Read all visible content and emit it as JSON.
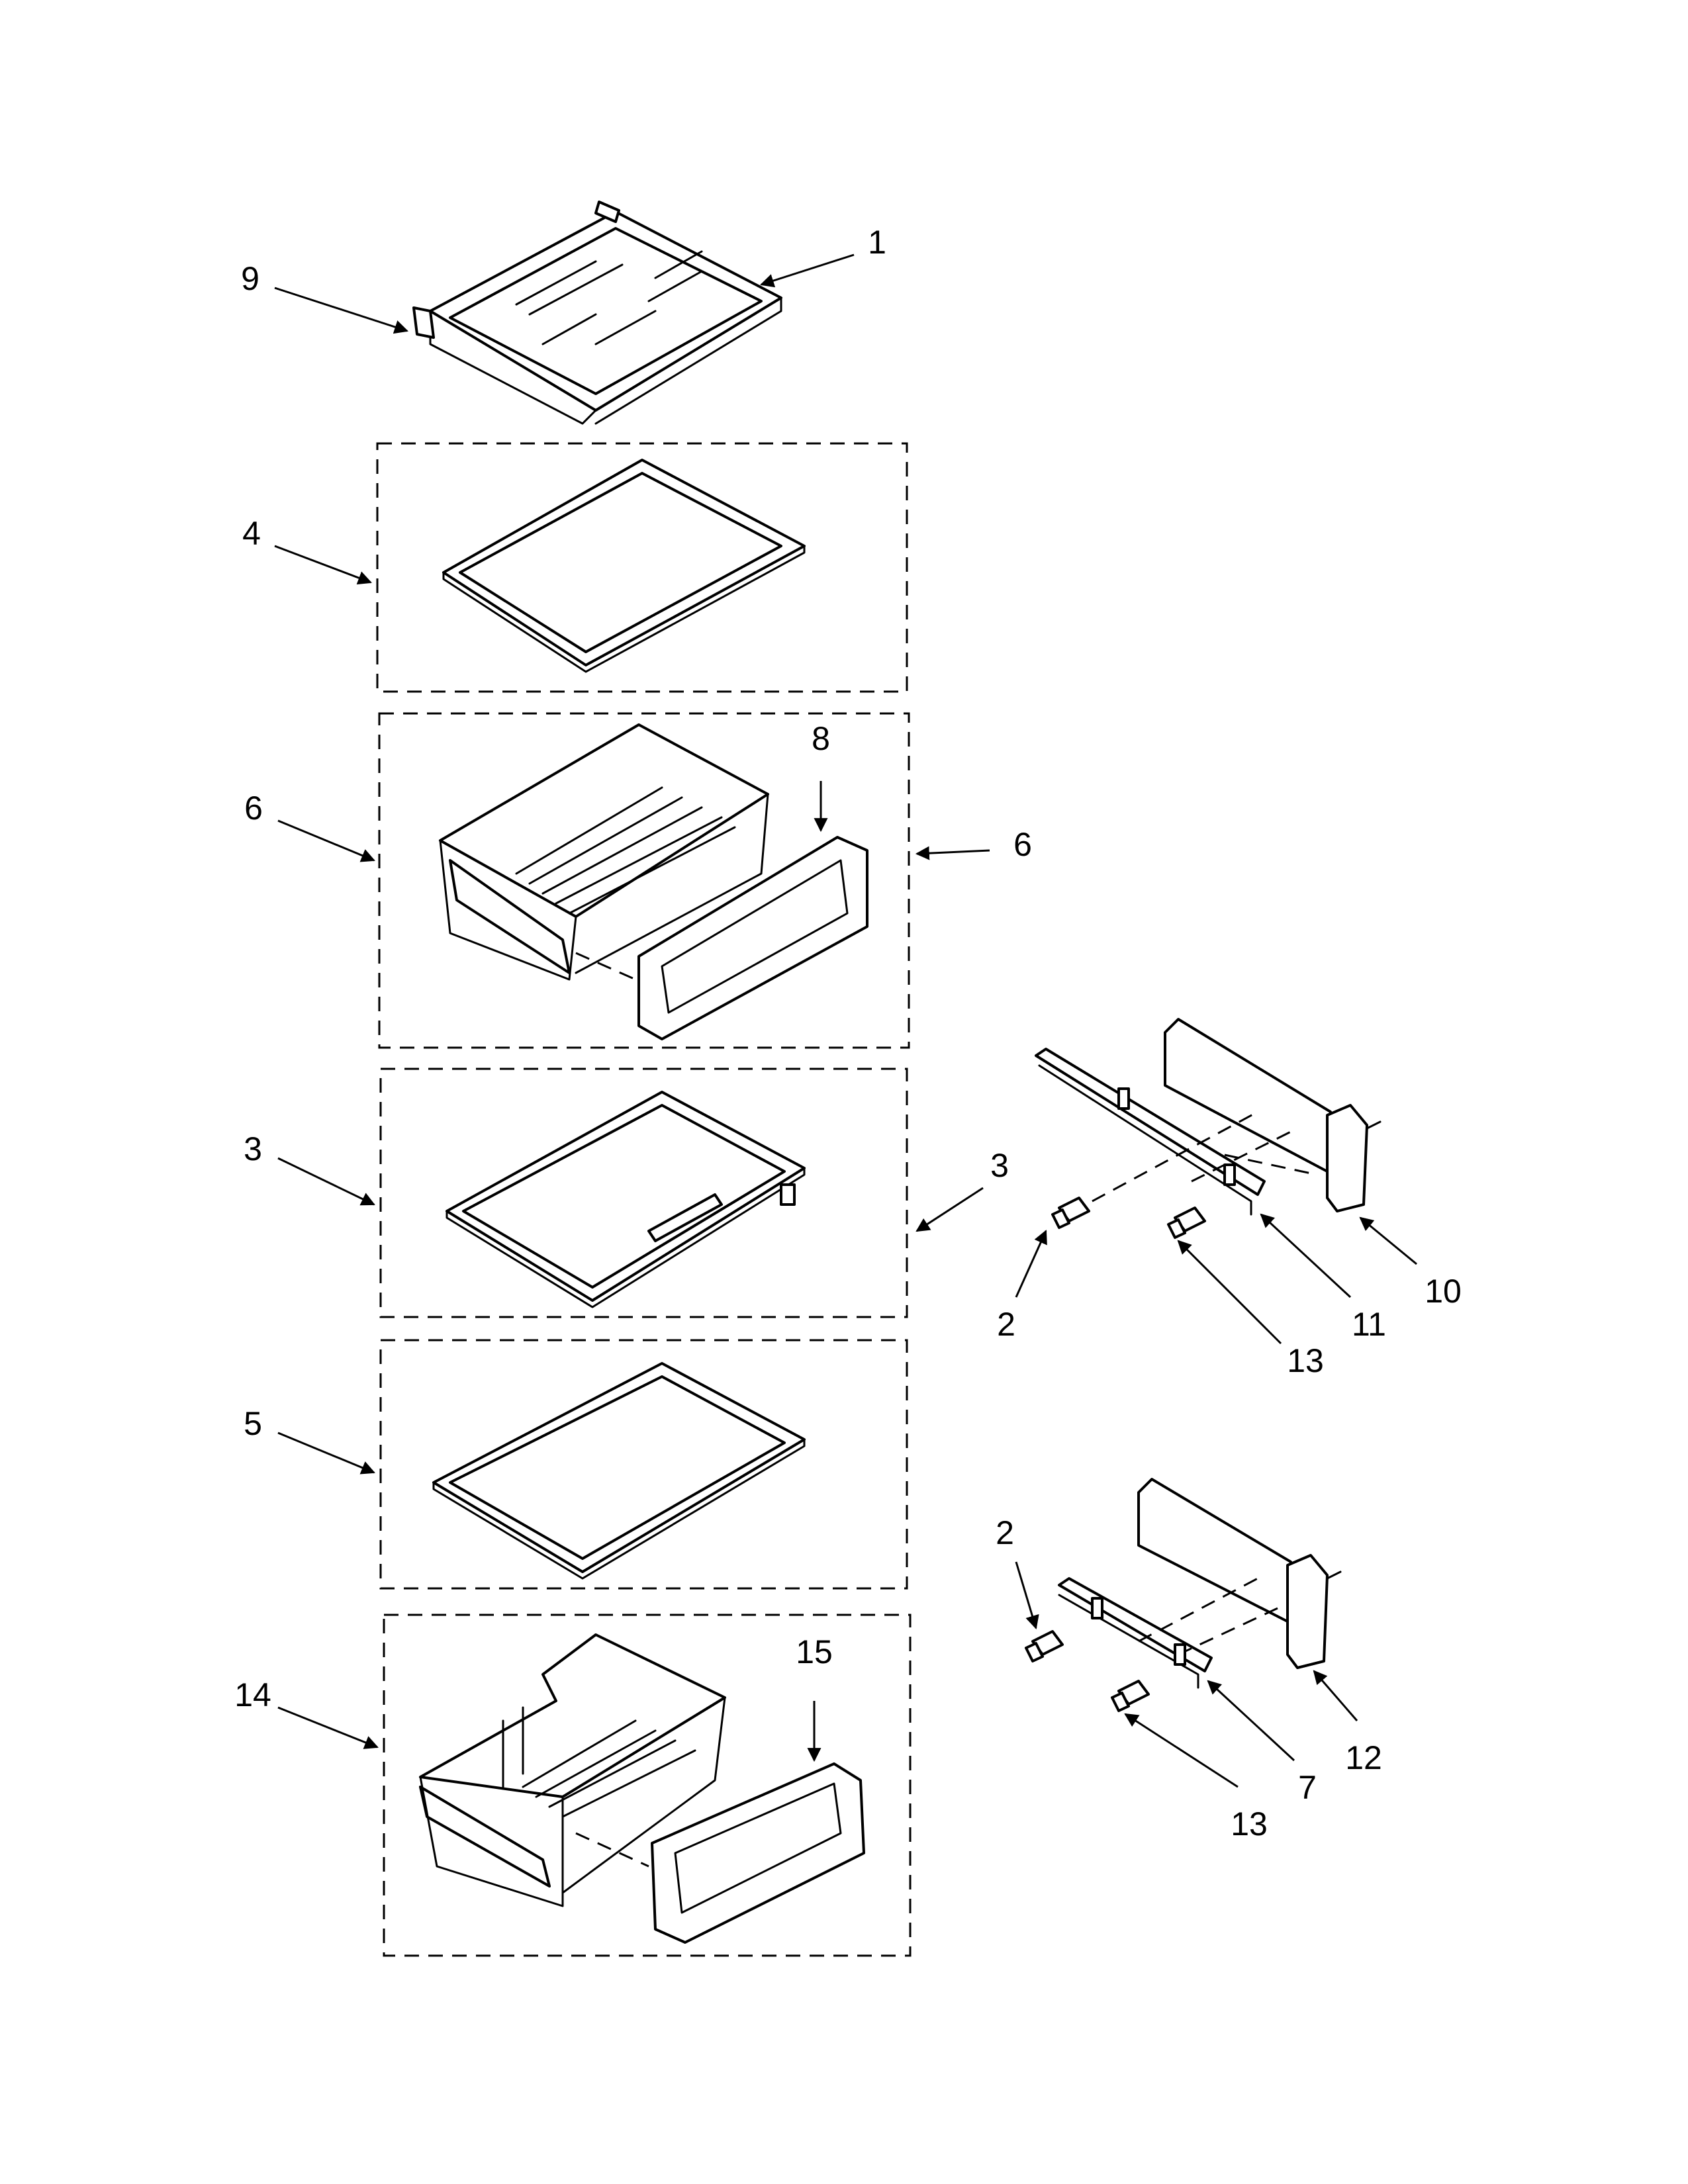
{
  "diagram": {
    "callouts": {
      "c1": "1",
      "c9": "9",
      "c4": "4",
      "c6_left": "6",
      "c6_right": "6",
      "c8": "8",
      "c3_left": "3",
      "c3_right": "3",
      "c5": "5",
      "c14": "14",
      "c15": "15",
      "c2_upper": "2",
      "c13_upper": "13",
      "c11": "11",
      "c10": "10",
      "c2_lower": "2",
      "c13_lower": "13",
      "c7": "7",
      "c12": "12"
    }
  }
}
